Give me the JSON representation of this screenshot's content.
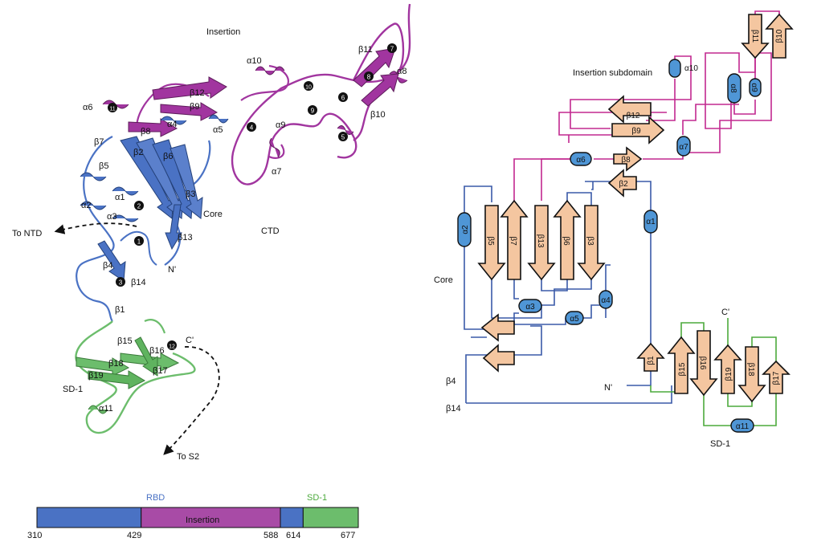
{
  "colors": {
    "rbd": "#4a72c4",
    "insertion": "#a84ba6",
    "sd1": "#6cbd6c",
    "strand": "#f4c6a0",
    "helix": "#4f96d6"
  },
  "ribbon": {
    "labels": {
      "insertion": "Insertion",
      "a10": "α10",
      "b11": "β11",
      "a8": "α8",
      "a6": "α6",
      "b12": "β12",
      "b9": "β9",
      "a4": "α4",
      "a5": "α5",
      "b8": "β8",
      "b7": "β7",
      "b2": "β2",
      "b6": "β6",
      "b5": "β5",
      "b3": "β3",
      "a1": "α1",
      "a2": "α2",
      "a3": "α3",
      "core": "Core",
      "ctd": "CTD",
      "to_ntd": "To NTD",
      "b13": "β13",
      "b4": "β4",
      "b14": "β14",
      "nprime": "N'",
      "b1": "β1",
      "b15": "β15",
      "b16": "β16",
      "cprime": "C'",
      "b18": "β18",
      "b17": "β17",
      "b19": "β19",
      "sd1": "SD-1",
      "a11": "α11",
      "to_s2": "To S2",
      "a9": "α9",
      "b10": "β10",
      "a7": "α7"
    },
    "disulfides": [
      "1",
      "2",
      "3",
      "4",
      "5",
      "6",
      "7",
      "8",
      "9",
      "10",
      "11",
      "12"
    ]
  },
  "topology": {
    "insertion_subdomain": "Insertion subdomain",
    "core": "Core",
    "sd1": "SD-1",
    "nprime": "N'",
    "cprime": "C'",
    "b4": "β4",
    "b14": "β14",
    "elements": [
      "β11",
      "β10",
      "α10",
      "α8",
      "α9",
      "β12",
      "β9",
      "α7",
      "α6",
      "β8",
      "β2",
      "α1",
      "α2",
      "β5",
      "β7",
      "β13",
      "β6",
      "β3",
      "α3",
      "α5",
      "α4",
      "β1",
      "β15",
      "β16",
      "β19",
      "β18",
      "β17",
      "α11"
    ]
  },
  "domain_bar": {
    "labels": {
      "rbd": "RBD",
      "sd1": "SD-1",
      "insertion": "Insertion"
    },
    "positions": [
      "310",
      "429",
      "588",
      "614",
      "677"
    ],
    "segments": [
      {
        "name": "RBD",
        "start": 310,
        "end": 429
      },
      {
        "name": "Insertion",
        "start": 429,
        "end": 588
      },
      {
        "name": "RBD",
        "start": 588,
        "end": 614
      },
      {
        "name": "SD-1",
        "start": 614,
        "end": 677
      }
    ]
  }
}
